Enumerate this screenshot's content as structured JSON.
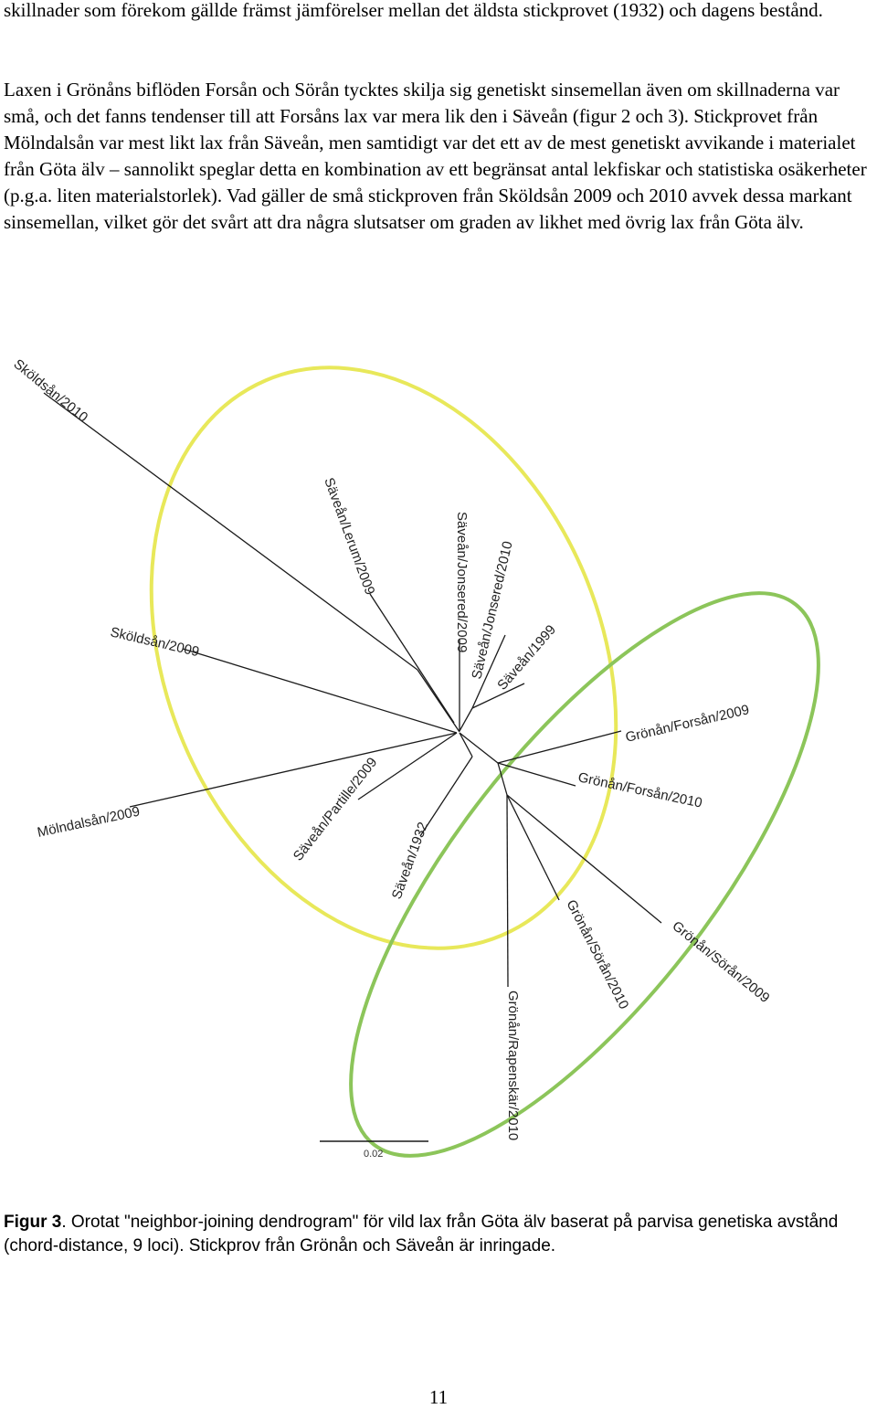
{
  "paragraphs": [
    "skillnader som förekom gällde främst jämförelser mellan det äldsta stickprovet (1932) och dagens bestånd.",
    "Laxen i Grönåns biflöden Forsån och Sörån tycktes skilja sig genetiskt sinsemellan även om skillnaderna var små, och det fanns tendenser till att Forsåns lax var mera lik den i Säveån (figur 2 och 3). Stickprovet från Mölndalsån var mest likt lax från Säveån, men samtidigt var det ett av de mest genetiskt avvikande i materialet från Göta älv – sannolikt speglar detta en kombination av ett begränsat antal lekfiskar och statistiska osäkerheter (p.g.a. liten materialstorlek). Vad gäller de små stickproven från Sköldsån 2009 och 2010 avvek dessa markant sinsemellan, vilket gör det svårt att dra några slutsatser om graden av likhet med övrig lax från Göta älv."
  ],
  "figure": {
    "leaves": {
      "skoldsan_2010": "Sköldsån/2010",
      "saveaan_lerum_2009": "Säveån/Lerum/2009",
      "saveaan_jonsered_2009": "Säveån/Jonsered/2009",
      "saveaan_jonsered_2010": "Säveån/Jonsered/2010",
      "saveaan_1999": "Säveån/1999",
      "skoldsan_2009": "Sköldsån/2009",
      "gronan_forsan_2009": "Grönån/Forsån/2009",
      "gronan_forsan_2010": "Grönån/Forsån/2010",
      "molndalsan_2009": "Mölndalsån/2009",
      "saveaan_partille_2009": "Säveån/Partille/2009",
      "saveaan_1932": "Säveån/1932",
      "gronan_soran_2010": "Grönån/Sörån/2010",
      "gronan_soran_2009": "Grönån/Sörån/2009",
      "gronan_rapenskar_2010": "Grönån/Rapenskär/2010"
    },
    "scale_bar_label": "0.02",
    "colors": {
      "saveaan_ellipse": "#e8e85a",
      "gronan_ellipse": "#8cc55a",
      "branches": "#1a1a1a"
    },
    "caption": {
      "label": "Figur 3",
      "text": ". Orotat \"neighbor-joining dendrogram\"  för vild lax från Göta älv baserat på parvisa genetiska avstånd (chord-distance, 9 loci). Stickprov från Grönån och Säveån är inringade."
    }
  },
  "page_number": "11"
}
